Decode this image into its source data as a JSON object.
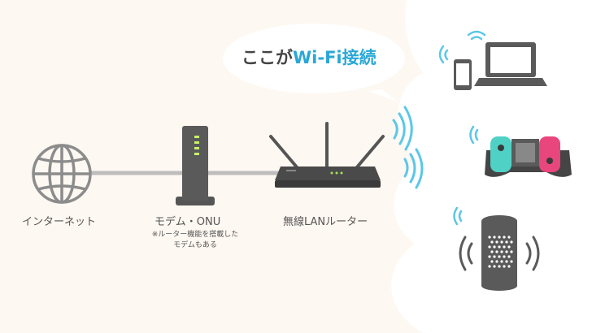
{
  "callout": {
    "prefix": "ここが",
    "highlight": "Wi-Fi接続"
  },
  "nodes": {
    "internet": {
      "label": "インターネット"
    },
    "modem": {
      "label": "モデム・ONU",
      "note_line1": "※ルーター機能を搭載した",
      "note_line2": "モデムもある"
    },
    "router": {
      "label": "無線LANルーター"
    }
  },
  "devices": [
    "laptop-and-smartphone",
    "handheld-game-console",
    "smart-speaker"
  ],
  "colors": {
    "accent": "#2aa7d6",
    "device_gray": "#5a5a5a",
    "line_gray": "#bdbdbd",
    "background": "#fdf8f1",
    "console_left": "#4fd1c5",
    "console_right": "#e8467c"
  }
}
